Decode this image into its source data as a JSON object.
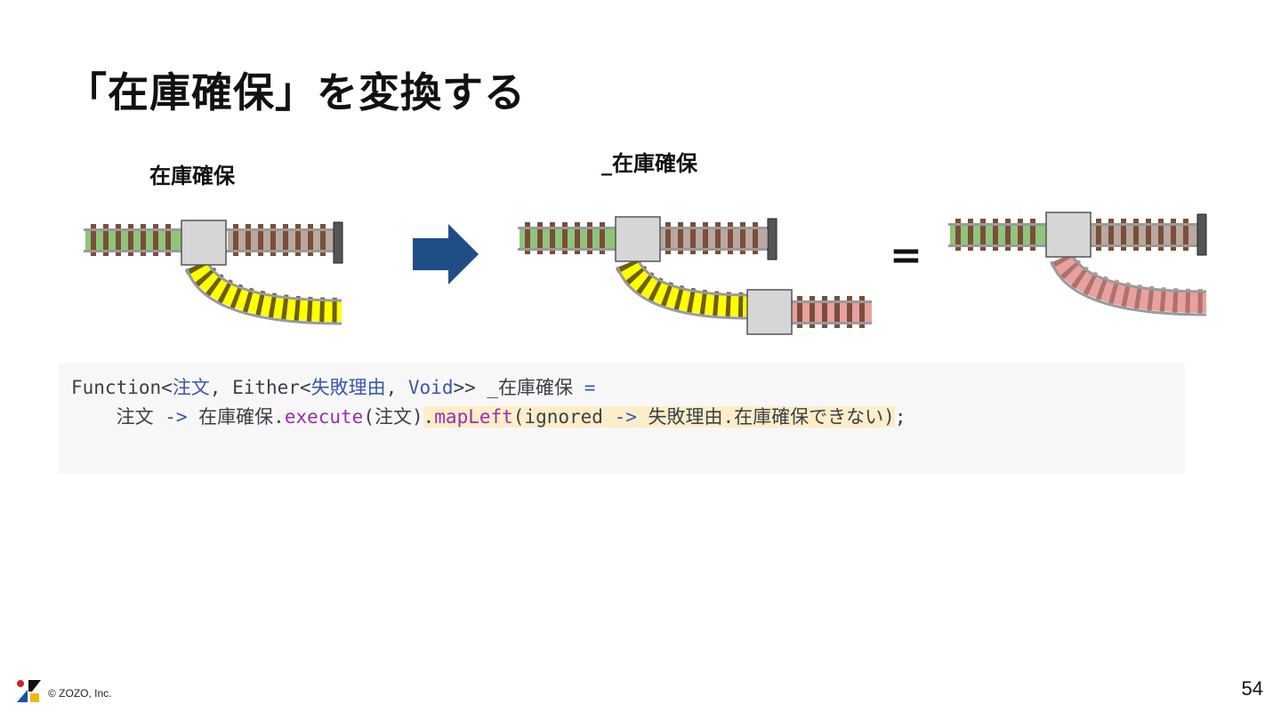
{
  "slide": {
    "title": "「在庫確保」を変換する",
    "page_number": "54",
    "copyright": "© ZOZO, Inc."
  },
  "diagram": {
    "label_left": "在庫確保",
    "label_middle": "_在庫確保",
    "equals_sign": "=",
    "colors": {
      "success_green": "#8fc57a",
      "failure_yellow": "#ffff00",
      "failure_red": "#e8a0a0",
      "rail_brown": "#7a4e3a",
      "arrow_blue": "#1f4e87",
      "box_gray": "#d6d6d6"
    }
  },
  "code": {
    "line1": {
      "t1": "Function<",
      "t2": "注文",
      "t3": ", Either<",
      "t4": "失敗理由",
      "t5": ", ",
      "t6": "Void",
      "t7": ">> _在庫確保 ",
      "t8": "="
    },
    "line2": {
      "t1": "    注文 ",
      "t2": "->",
      "t3": " 在庫確保.",
      "t4": "execute",
      "t5": "(注文)",
      "t6": ".",
      "t7": "mapLeft",
      "t8": "(ignored ",
      "t9": "->",
      "t10": " 失敗理由.在庫確保できない)",
      "t11": ";"
    }
  }
}
